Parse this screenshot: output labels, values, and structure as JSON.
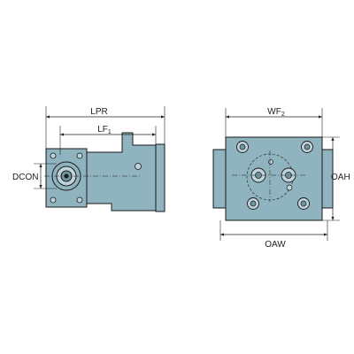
{
  "colors": {
    "body": "#8fb3bf",
    "body_dark": "#6f94a1",
    "outline": "#1a1a1a",
    "dimension_line": "#222222",
    "hole_fill": "#bfd3da"
  },
  "side_view": {
    "labels": {
      "lpr": "LPR",
      "lf_main": "LF",
      "lf_sub": "1",
      "dcon": "DCON"
    }
  },
  "front_view": {
    "labels": {
      "wf_main": "WF",
      "wf_sub": "2",
      "oah": "OAH",
      "oaw": "OAW"
    }
  }
}
